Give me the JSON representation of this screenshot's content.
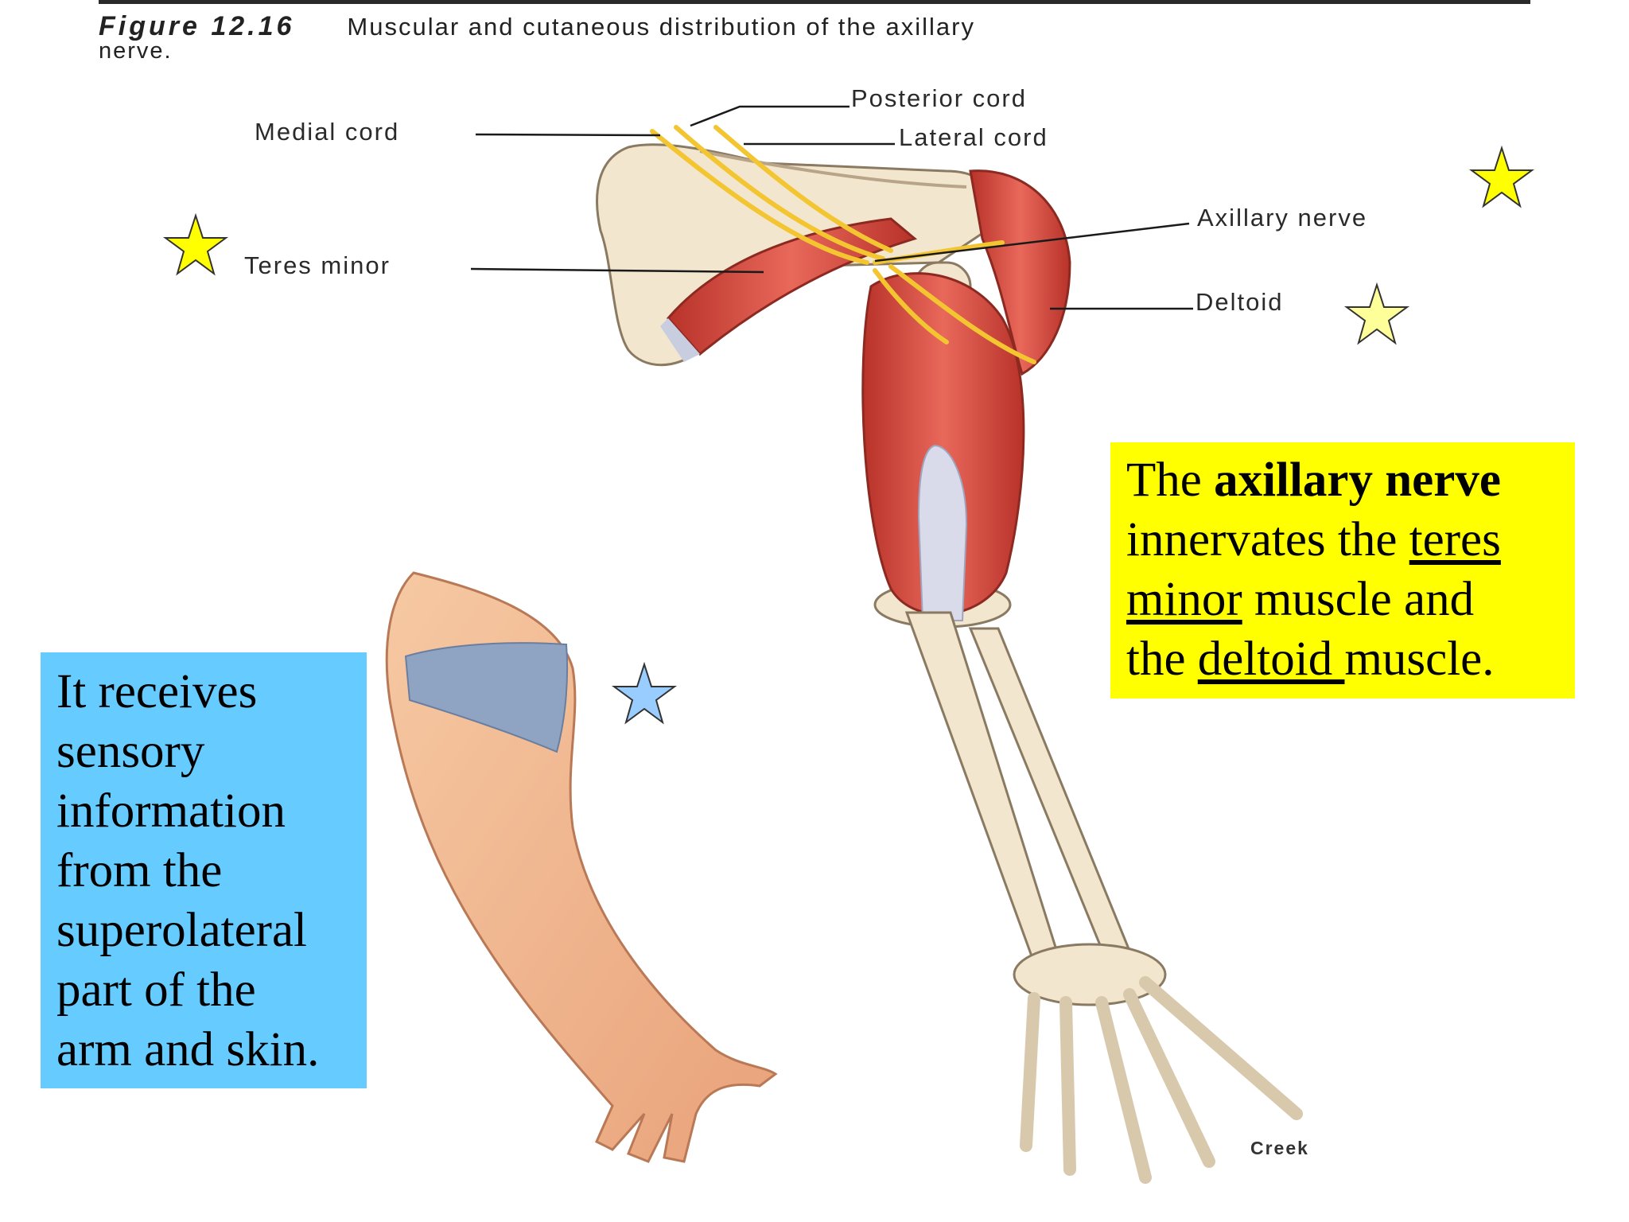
{
  "figure": {
    "number": "Figure 12.16",
    "title_line1": "Muscular and cutaneous distribution of the axillary",
    "title_line2": "nerve."
  },
  "labels": {
    "posterior_cord": "Posterior cord",
    "medial_cord": "Medial cord",
    "lateral_cord": "Lateral cord",
    "axillary_nerve": "Axillary nerve",
    "teres_minor": "Teres minor",
    "deltoid": "Deltoid",
    "credit": "Creek"
  },
  "yellow_box": {
    "t1": "The ",
    "t2": "axillary nerve",
    "t3": "innervates the ",
    "t4": "teres",
    "t5": "minor",
    "t6": " muscle and",
    "t7": "the ",
    "t8": "deltoid ",
    "t9": "muscle."
  },
  "blue_box": {
    "lines": [
      "It receives",
      "sensory",
      "information",
      "from the",
      "superolateral",
      "part of the",
      "arm and skin."
    ]
  },
  "colors": {
    "yellow_box": "#ffff00",
    "blue_box": "#66ccff",
    "star_yellow": "#ffff00",
    "star_pale_yellow": "#ffff99",
    "star_blue": "#99ccff",
    "muscle": "#d8473a",
    "bone": "#f3e6cf",
    "nerve": "#f2c531",
    "skin": "#f3b98e",
    "sensory_area": "#8fa3c2"
  }
}
